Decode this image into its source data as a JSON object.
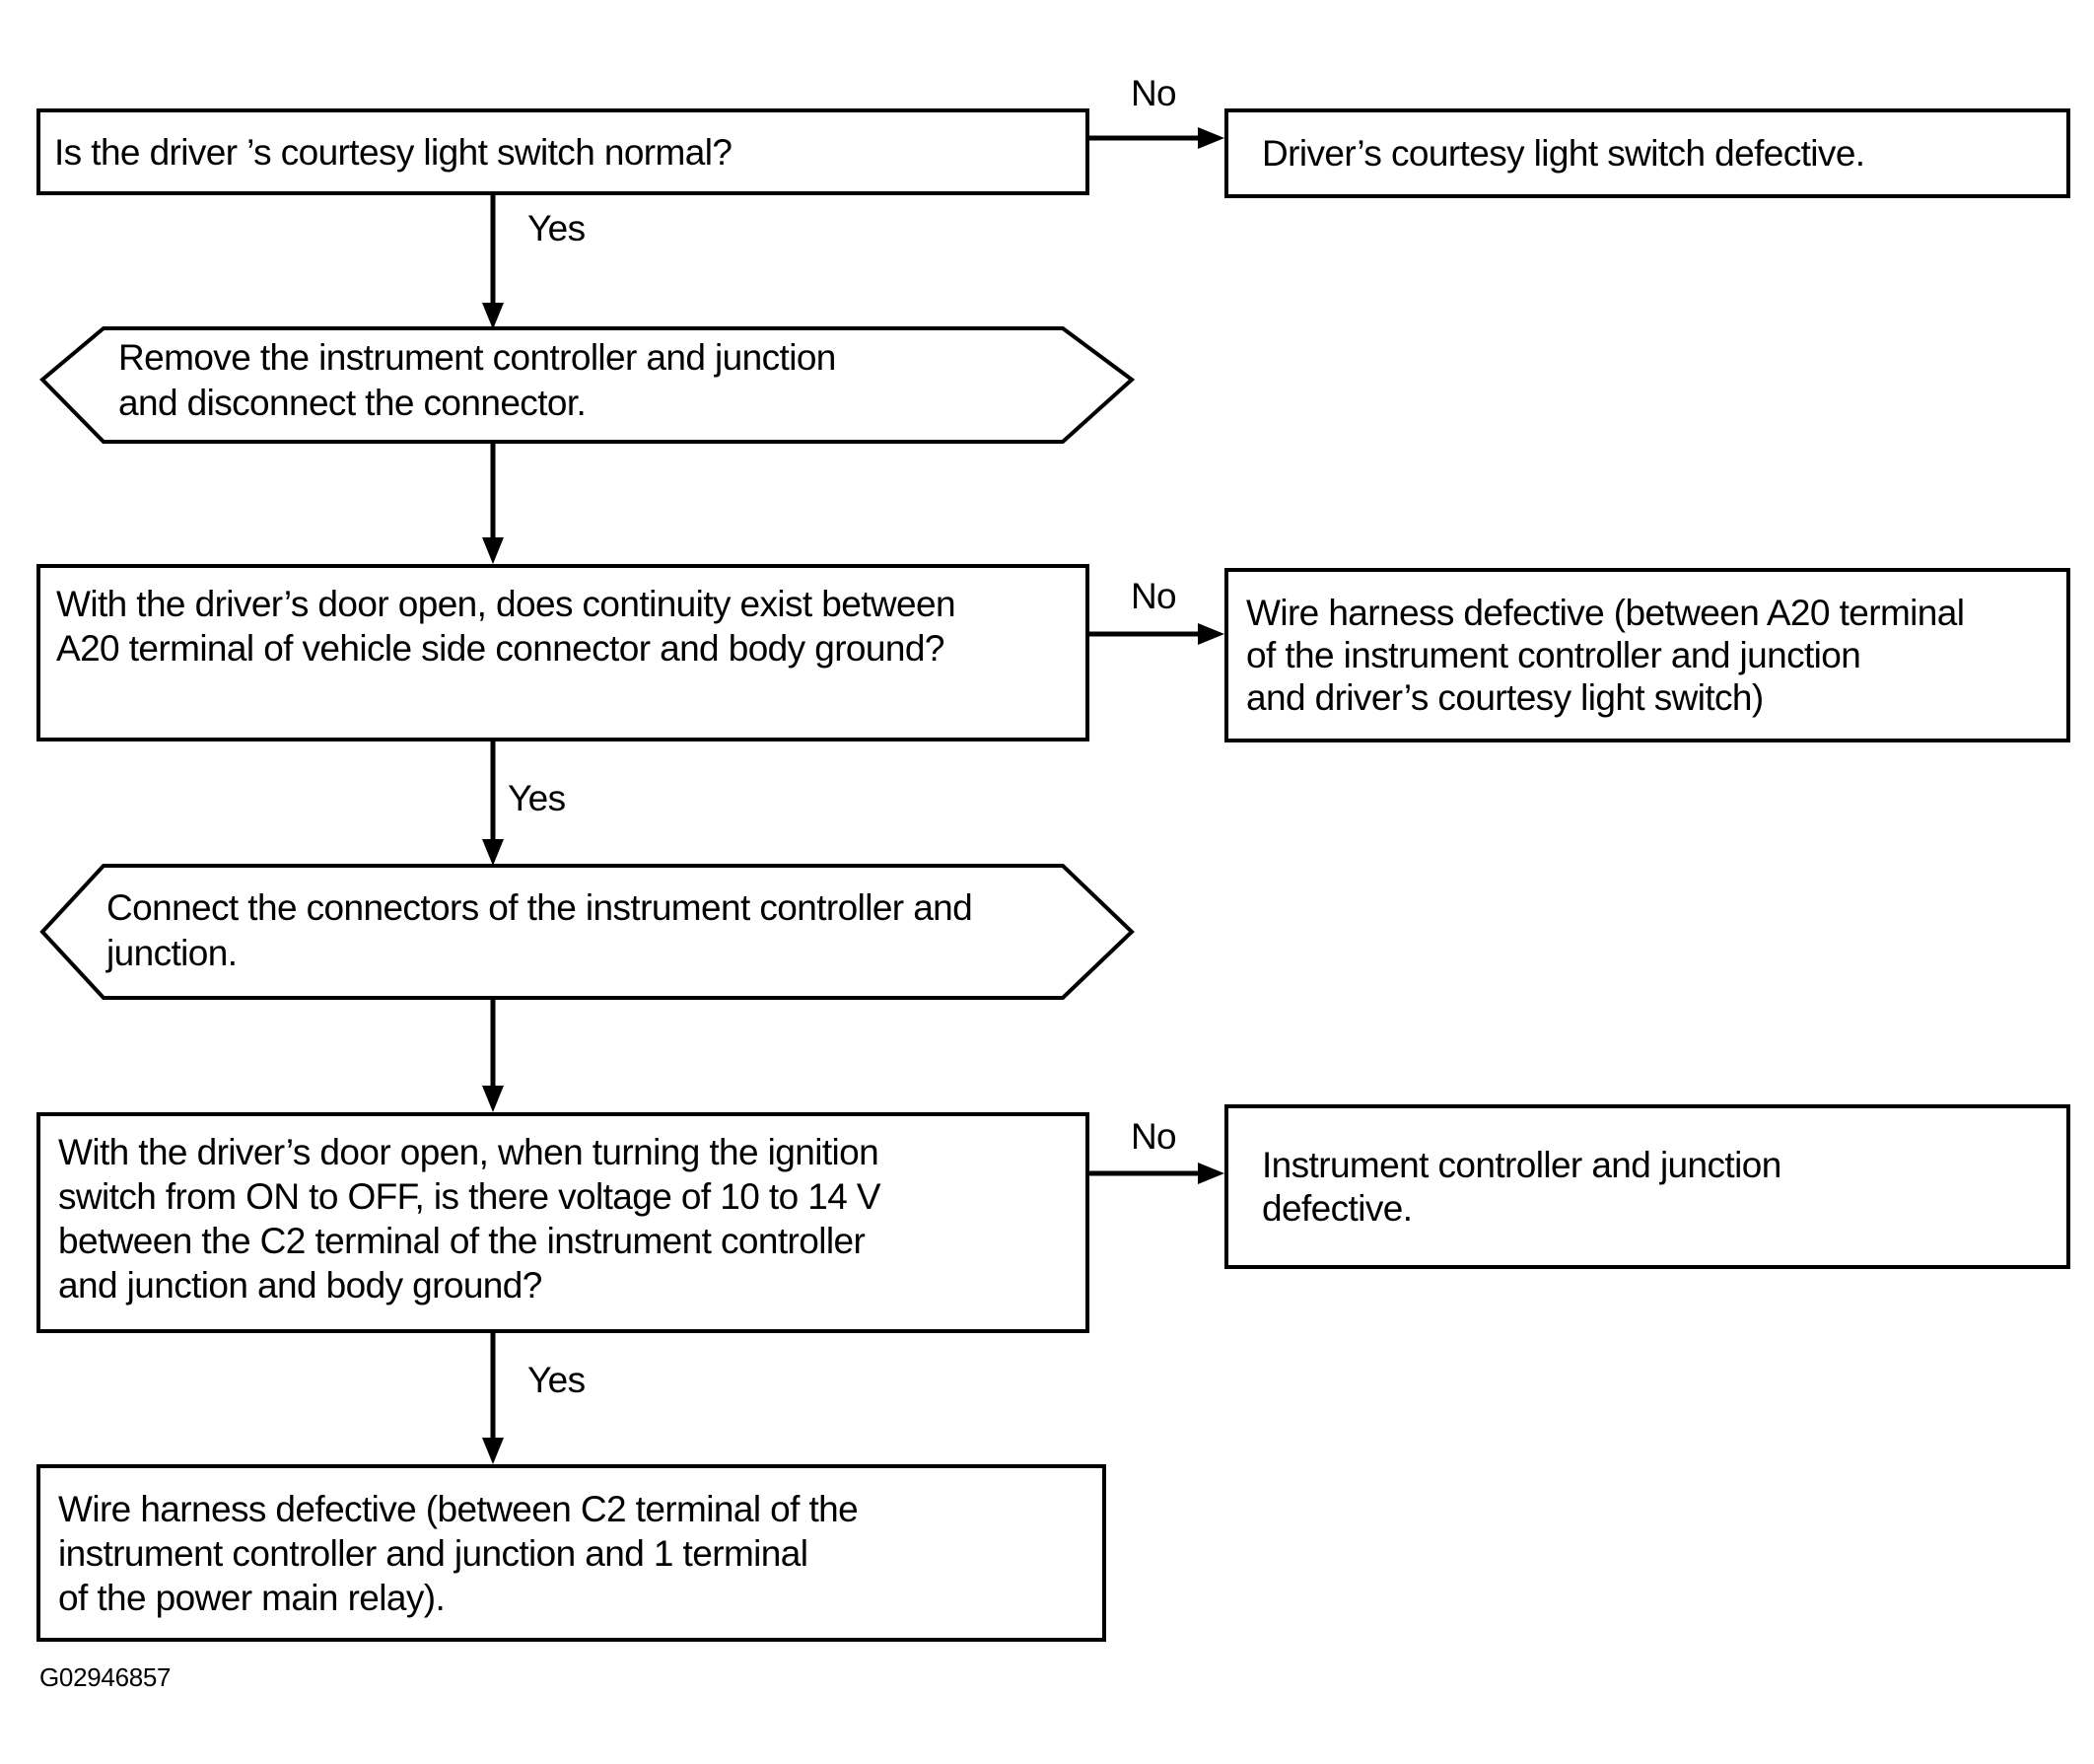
{
  "figure_id": "G02946857",
  "edge_labels": {
    "yes": "Yes",
    "no": "No"
  },
  "colors": {
    "ink": "#000000",
    "background": "#ffffff"
  },
  "nodes": {
    "q1": {
      "type": "decision",
      "lines": [
        "Is the driver ’s courtesy light switch normal?"
      ]
    },
    "r1": {
      "type": "result",
      "lines": [
        "Driver’s courtesy light switch defective."
      ]
    },
    "a1": {
      "type": "process",
      "lines": [
        "Remove the instrument controller and junction",
        "and disconnect the connector."
      ]
    },
    "q2": {
      "type": "decision",
      "lines": [
        "With the driver’s door open, does continuity exist between",
        "A20 terminal of vehicle side connector and body ground?"
      ]
    },
    "r2": {
      "type": "result",
      "lines": [
        "Wire harness defective (between A20 terminal",
        "of the instrument controller and junction",
        "and driver’s courtesy light switch)"
      ]
    },
    "a2": {
      "type": "process",
      "lines": [
        "Connect the connectors of the instrument controller and",
        "junction."
      ]
    },
    "q3": {
      "type": "decision",
      "lines": [
        "With the driver’s door open, when turning the ignition",
        "switch from ON to OFF, is there voltage of 10 to 14 V",
        "between the C2 terminal of the instrument controller",
        "and junction and body ground?"
      ]
    },
    "r3": {
      "type": "result",
      "lines": [
        "Instrument controller and junction",
        "defective."
      ]
    },
    "f1": {
      "type": "result",
      "lines": [
        "Wire harness defective (between C2 terminal of the",
        "instrument controller and junction and 1 terminal",
        "of the power main relay)."
      ]
    }
  },
  "edges": [
    {
      "from": "q1",
      "to": "r1",
      "label": "No"
    },
    {
      "from": "q1",
      "to": "a1",
      "label": "Yes"
    },
    {
      "from": "a1",
      "to": "q2",
      "label": ""
    },
    {
      "from": "q2",
      "to": "r2",
      "label": "No"
    },
    {
      "from": "q2",
      "to": "a2",
      "label": "Yes"
    },
    {
      "from": "a2",
      "to": "q3",
      "label": ""
    },
    {
      "from": "q3",
      "to": "r3",
      "label": "No"
    },
    {
      "from": "q3",
      "to": "f1",
      "label": "Yes"
    }
  ]
}
